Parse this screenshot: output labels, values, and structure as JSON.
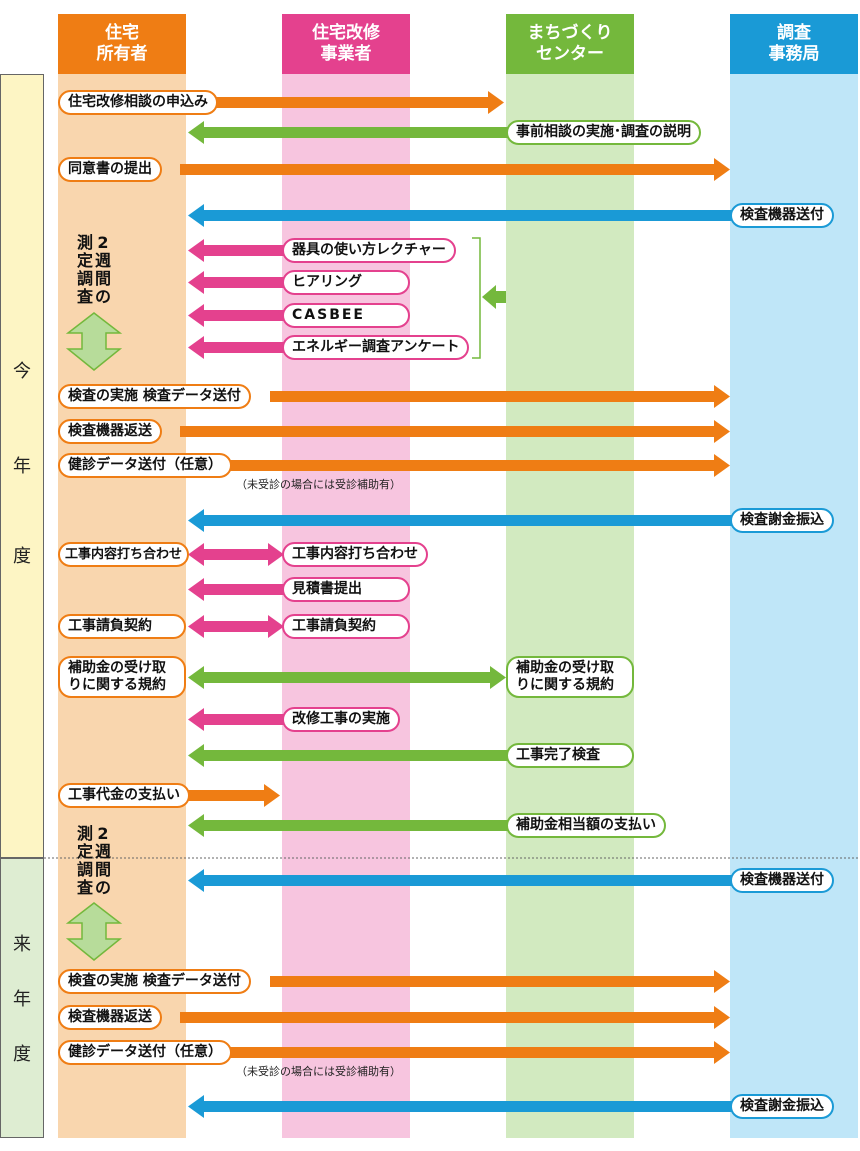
{
  "columns": [
    {
      "line1": "住宅",
      "line2": "所有者",
      "color": "#ef7d14"
    },
    {
      "line1": "住宅改修",
      "line2": "事業者",
      "color": "#e4418e"
    },
    {
      "line1": "まちづくり",
      "line2": "センター",
      "color": "#74b83c"
    },
    {
      "line1": "調査",
      "line2": "事務局",
      "color": "#1a9ad6"
    }
  ],
  "years": {
    "this_year": [
      "今",
      "年",
      "度"
    ],
    "next_year": [
      "来",
      "年",
      "度"
    ]
  },
  "measure_text": {
    "col1": [
      "2",
      "週",
      "間"
    ],
    "col2": [
      "測",
      "定",
      "調",
      "査",
      "の"
    ]
  },
  "steps": {
    "s1": "住宅改修相談の申込み",
    "s2": "事前相談の実施･調査の説明",
    "s3": "同意書の提出",
    "s4": "検査機器送付",
    "s5": "器具の使い方レクチャー",
    "s6": "ヒアリング",
    "s7": "CASBEE",
    "s8": "エネルギー調査アンケート",
    "s9": "検査の実施  検査データ送付",
    "s10": "検査機器返送",
    "s11": "健診データ送付（任意）",
    "s11_note": "（未受診の場合には受診補助有）",
    "s12": "検査謝金振込",
    "s13a": "工事内容打ち合わせ",
    "s13b": "工事内容打ち合わせ",
    "s14": "見積書提出",
    "s15a": "工事請負契約",
    "s15b": "工事請負契約",
    "s16a": "補助金の受け取りに関する規約",
    "s16b": "補助金の受け取りに関する規約",
    "s17": "改修工事の実施",
    "s18": "工事完了検査",
    "s19": "工事代金の支払い",
    "s20": "補助金相当額の支払い",
    "n1": "検査機器送付",
    "n2": "検査の実施  検査データ送付",
    "n3": "検査機器返送",
    "n4": "健診データ送付（任意）",
    "n4_note": "（未受診の場合には受診補助有）",
    "n5": "検査謝金振込"
  }
}
